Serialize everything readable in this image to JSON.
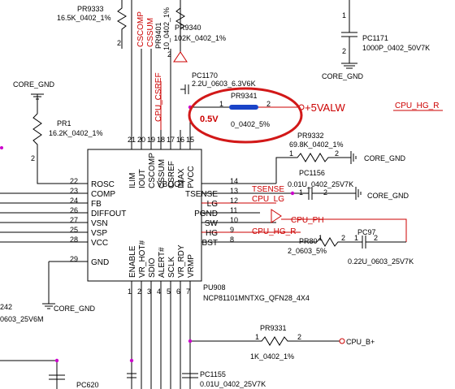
{
  "components": {
    "pr9333": {
      "ref": "PR9333",
      "value": "16.5K_0402_1%"
    },
    "pr9340": {
      "ref": "PR9340",
      "value": "102K_0402_1%"
    },
    "pr9401": {
      "ref": "PR9401",
      "value": "10_0402_1%"
    },
    "pc1171": {
      "ref": "PC1171",
      "value": "1000P_0402_50V7K"
    },
    "pc1170": {
      "ref": "PC1170",
      "value": "2.2U_0603_6.3V6K"
    },
    "pr9341": {
      "ref": "PR9341",
      "value": "0_0402_5%",
      "pin1": "1",
      "pin2": "2"
    },
    "pr1": {
      "ref": "PR1",
      "value": "16.2K_0402_1%"
    },
    "pr9332": {
      "ref": "PR9332",
      "value": "69.8K_0402_1%"
    },
    "pc1156": {
      "ref": "PC1156",
      "value": "0.01U_0402_25V7K"
    },
    "pr80": {
      "ref": "PR80",
      "value": "2_0603_5%"
    },
    "pc97": {
      "ref": "PC97",
      "value": "0.22U_0603_25V7K"
    },
    "pr9331": {
      "ref": "PR9331",
      "value": "1K_0402_1%"
    },
    "pc1155": {
      "ref": "PC1155",
      "value": "0.01U_0402_25V7K"
    },
    "pc620": {
      "ref": "PC620"
    },
    "c242": {
      "ref": "242",
      "value": "0603_25V6M"
    }
  },
  "ic": {
    "ref": "PU908",
    "part": "NCP81101MNTXG_QFN28_4X4",
    "top_pins": [
      {
        "name": "ILIM",
        "num": "21"
      },
      {
        "name": "IOUT",
        "num": "20"
      },
      {
        "name": "CSCOMP",
        "num": "19"
      },
      {
        "name": "CSSUM",
        "num": "18"
      },
      {
        "name": "CSREF",
        "num": "17"
      },
      {
        "name": "IMAX",
        "num": "16"
      },
      {
        "name": "PVCC",
        "num": "15"
      }
    ],
    "left_pins": [
      {
        "name": "ROSC",
        "num": "22"
      },
      {
        "name": "COMP",
        "num": "23"
      },
      {
        "name": "FB",
        "num": "24"
      },
      {
        "name": "DIFFOUT",
        "num": "26"
      },
      {
        "name": "VSN",
        "num": "27"
      },
      {
        "name": "VSP",
        "num": "25"
      },
      {
        "name": "VCC",
        "num": "28"
      },
      {
        "name": "GND",
        "num": "29"
      }
    ],
    "right_pins": [
      {
        "name": "VBOOT",
        "num": "14"
      },
      {
        "name": "TSENSE",
        "num": "13"
      },
      {
        "name": "LG",
        "num": "12"
      },
      {
        "name": "PGND",
        "num": "11"
      },
      {
        "name": "SW",
        "num": "10"
      },
      {
        "name": "HG",
        "num": "9"
      },
      {
        "name": "BST",
        "num": "8"
      }
    ],
    "bottom_pins": [
      {
        "name": "ENABLE",
        "num": "1"
      },
      {
        "name": "VR_HOT#",
        "num": "2"
      },
      {
        "name": "SDIO",
        "num": "3"
      },
      {
        "name": "ALERT#",
        "num": "4"
      },
      {
        "name": "SCLK",
        "num": "5"
      },
      {
        "name": "VR_RDY",
        "num": "6"
      },
      {
        "name": "VRMP",
        "num": "7"
      }
    ]
  },
  "nets": {
    "csref": "CPU_CSREF",
    "cscomp": "CSCOMP",
    "cssum": "CSSUM",
    "pvalw": "+5VALW",
    "tsense": "TSENSE",
    "lg": "CPU_LG",
    "ph": "CPU_PH",
    "hg": "CPU_HG_R",
    "hg_top": "CPU_HG_R",
    "bplus": "CPU_B+",
    "fb": "FB",
    "core_gnd_1": "CORE_GND",
    "core_gnd_2": "CORE_GND",
    "core_gnd_3": "CORE_GND",
    "core_gnd_4": "CORE_GND",
    "core_gnd_5": "CORE_GND"
  },
  "annotation": {
    "text": "0.5V",
    "color": "#cc0000"
  },
  "pin_nums": {
    "one": "1",
    "two": "2"
  }
}
